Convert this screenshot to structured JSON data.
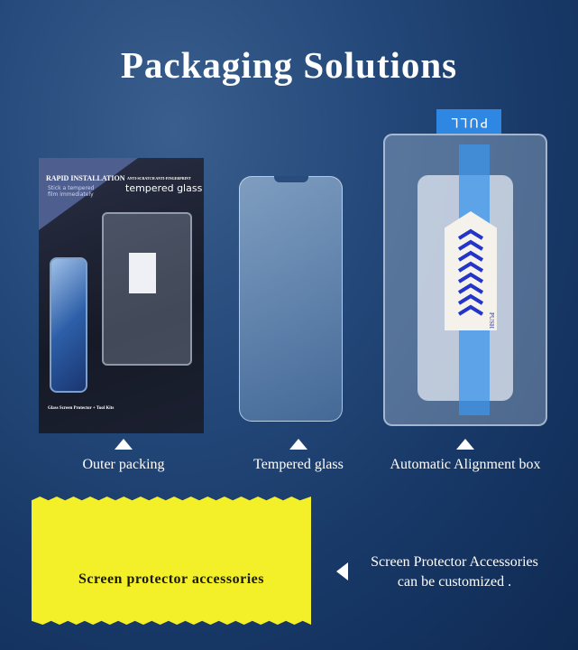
{
  "title": "Packaging Solutions",
  "products": [
    {
      "label": "Outer packing"
    },
    {
      "label": "Tempered glass"
    },
    {
      "label": "Automatic Alignment box"
    }
  ],
  "outer_package": {
    "headline": "RAPID INSTALLATION",
    "subhead": "ANTI-SCRATCH ANTI-FINGERPRINT",
    "tagline": "Stick a tempered film immediately",
    "product": "tempered glass",
    "footer": "Glass Screen Protector + Tool Kits"
  },
  "alignment_box": {
    "pull_label": "PULL",
    "push_label": "PUSH"
  },
  "accessories": {
    "packet_label": "Screen protector accessories",
    "note_line1": "Screen Protector Accessories",
    "note_line2": "can be customized ."
  },
  "colors": {
    "background": "#1f416f",
    "packet": "#f3f02a",
    "pull_tab": "#2d87e3",
    "chevrons": "#2433c8"
  }
}
